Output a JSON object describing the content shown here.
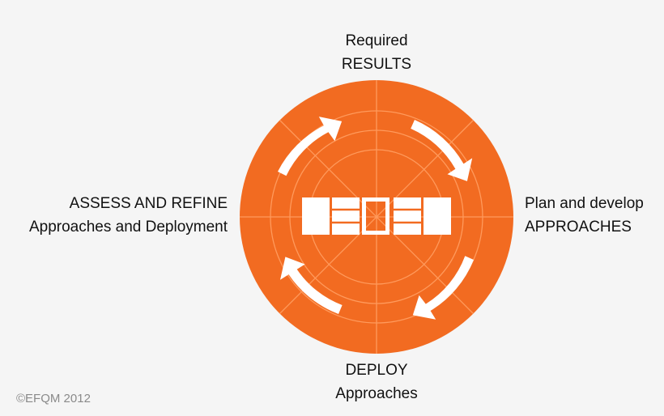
{
  "labels": {
    "top": {
      "line1": "Required",
      "line2": "RESULTS"
    },
    "right": {
      "line1": "Plan and develop",
      "line2": "APPROACHES"
    },
    "bottom": {
      "line1": "DEPLOY",
      "line2": "Approaches"
    },
    "left": {
      "line1": "ASSESS AND REFINE",
      "line2": "Approaches and Deployment"
    }
  },
  "copyright": "©EFQM 2012",
  "colors": {
    "wheel": "#f26b21",
    "lines": "#ff9a5c",
    "arrows": "#ffffff",
    "background": "#f5f5f5"
  },
  "icons": [
    "clockwise-arrow-icon",
    "efqm-logo-icon"
  ]
}
